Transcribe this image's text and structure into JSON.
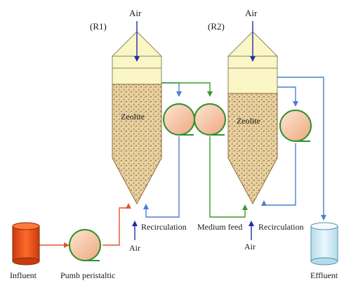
{
  "labels": {
    "r1": "(R1)",
    "r2": "(R2)",
    "air_top_r1": "Air",
    "air_top_r2": "Air",
    "zeolite_r1": "Zeolite",
    "zeolite_r2": "Zeolite",
    "air_bottom_r1": "Air",
    "air_bottom_r2": "Air",
    "recirculation_r1": "Recirculation",
    "recirculation_r2": "Recirculation",
    "medium_feed": "Medium feed",
    "influent": "Influent",
    "pump": "Pumb peristaltic",
    "effluent": "Effluent"
  },
  "colors": {
    "air_line": "#1f2fa8",
    "recirculation_line": "#4a7fd0",
    "medium_feed_line": "#3a9a2a",
    "influent_line": "#e0562a",
    "zeolite_fill": "#e7d3a6",
    "zeolite_dots": "#b78a45",
    "hood_fill": "#fbf6c6",
    "pump_fill": "#f6c7a6",
    "pump_ring": "#2f8f2f",
    "influent_tank": "#f0501c",
    "effluent_tank": "#cdeaf7"
  }
}
